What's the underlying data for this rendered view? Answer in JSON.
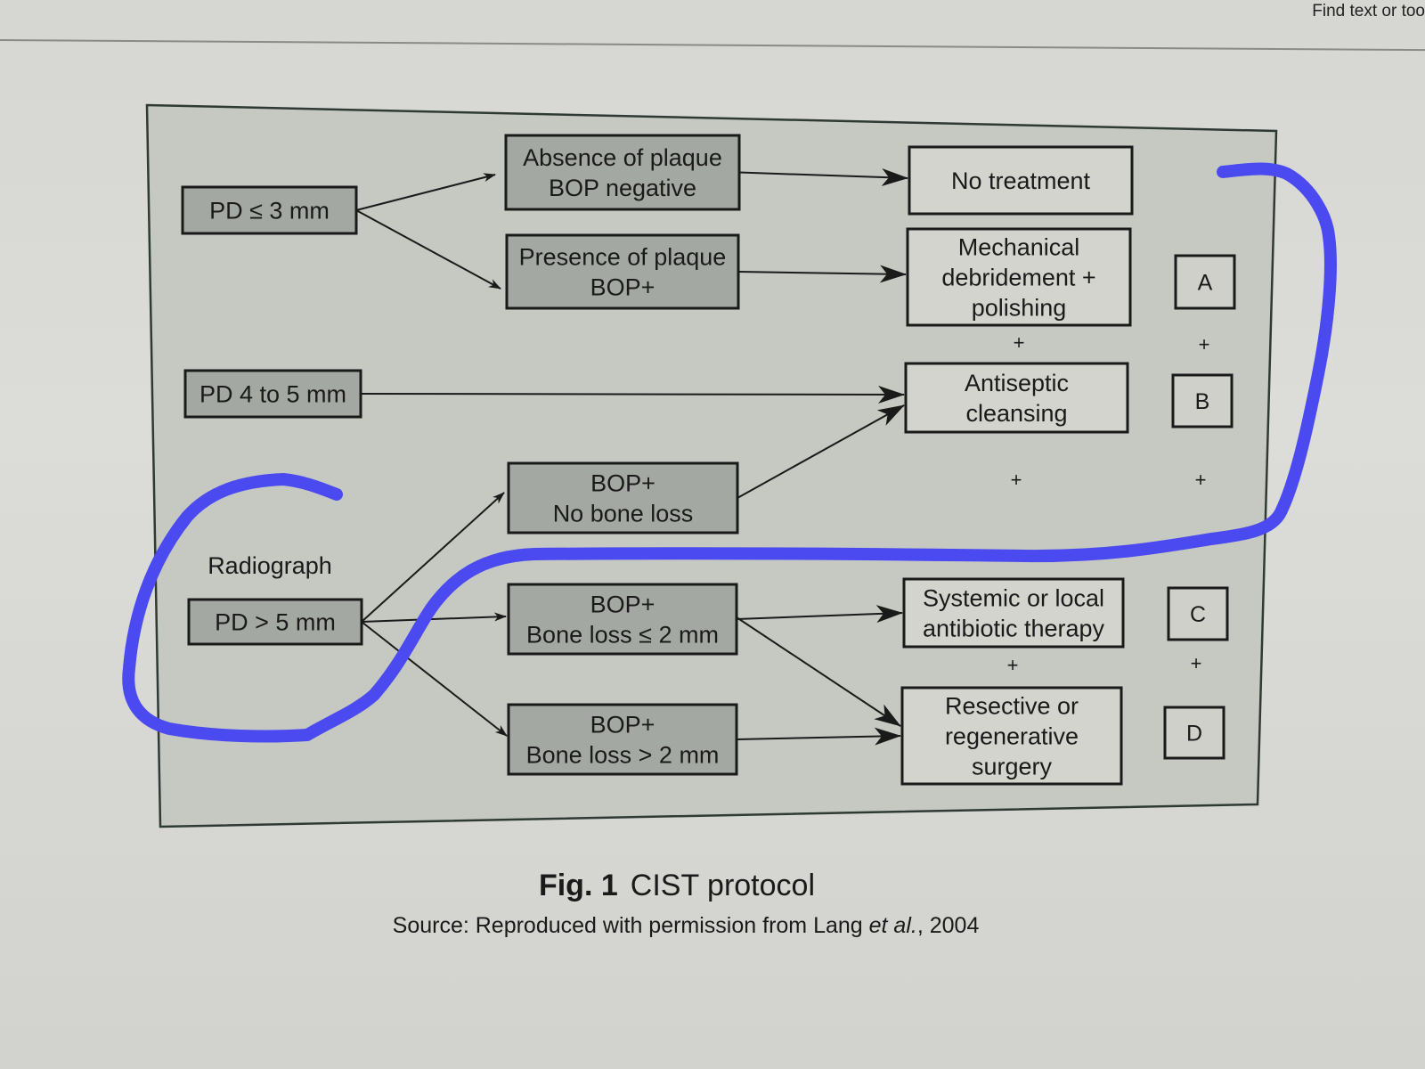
{
  "viewer": {
    "find_label": "Find text or too"
  },
  "diagram": {
    "inputs": [
      {
        "id": "pd3",
        "label": "PD ≤ 3 mm"
      },
      {
        "id": "pd45",
        "label": "PD 4 to 5 mm"
      },
      {
        "id": "pd5",
        "label": "PD > 5 mm",
        "annotation": "Radiograph"
      }
    ],
    "conditions": [
      {
        "id": "c1",
        "lines": [
          "Absence of plaque",
          "BOP negative"
        ]
      },
      {
        "id": "c2",
        "lines": [
          "Presence of plaque",
          "BOP+"
        ]
      },
      {
        "id": "c3",
        "lines": [
          "BOP+",
          "No bone loss"
        ]
      },
      {
        "id": "c4",
        "lines": [
          "BOP+",
          "Bone loss ≤ 2 mm"
        ]
      },
      {
        "id": "c5",
        "lines": [
          "BOP+",
          "Bone loss > 2 mm"
        ]
      }
    ],
    "treatments": [
      {
        "id": "t0",
        "lines": [
          "No treatment"
        ]
      },
      {
        "id": "t1",
        "lines": [
          "Mechanical",
          "debridement +",
          "polishing"
        ]
      },
      {
        "id": "t2",
        "lines": [
          "Antiseptic",
          "cleansing"
        ]
      },
      {
        "id": "t3",
        "lines": [
          "Systemic or local",
          "antibiotic therapy"
        ]
      },
      {
        "id": "t4",
        "lines": [
          "Resective or",
          "regenerative",
          "surgery"
        ]
      }
    ],
    "codes": [
      "A",
      "B",
      "C",
      "D"
    ],
    "plus_sign": "+",
    "edges": [
      [
        "pd3",
        "c1"
      ],
      [
        "pd3",
        "c2"
      ],
      [
        "pd45",
        "t2"
      ],
      [
        "pd5",
        "c3"
      ],
      [
        "pd5",
        "c4"
      ],
      [
        "pd5",
        "c5"
      ],
      [
        "c1",
        "t0"
      ],
      [
        "c2",
        "t1"
      ],
      [
        "c3",
        "t2"
      ],
      [
        "c4",
        "t3"
      ],
      [
        "c4",
        "t4"
      ],
      [
        "c5",
        "t4"
      ]
    ],
    "colors": {
      "panel_bg": "#c6c8c2",
      "dark_box": "#a4a8a2",
      "light_box": "#d4d4ce",
      "stroke": "#1a1a1a",
      "panel_border": "#2f3a34",
      "annotation": "#4a4af0"
    }
  },
  "caption": {
    "fig_label": "Fig. 1",
    "fig_title": "CIST protocol",
    "source_prefix": "Source: Reproduced with permission from Lang ",
    "source_italic": "et al.",
    "source_suffix": ", 2004"
  }
}
